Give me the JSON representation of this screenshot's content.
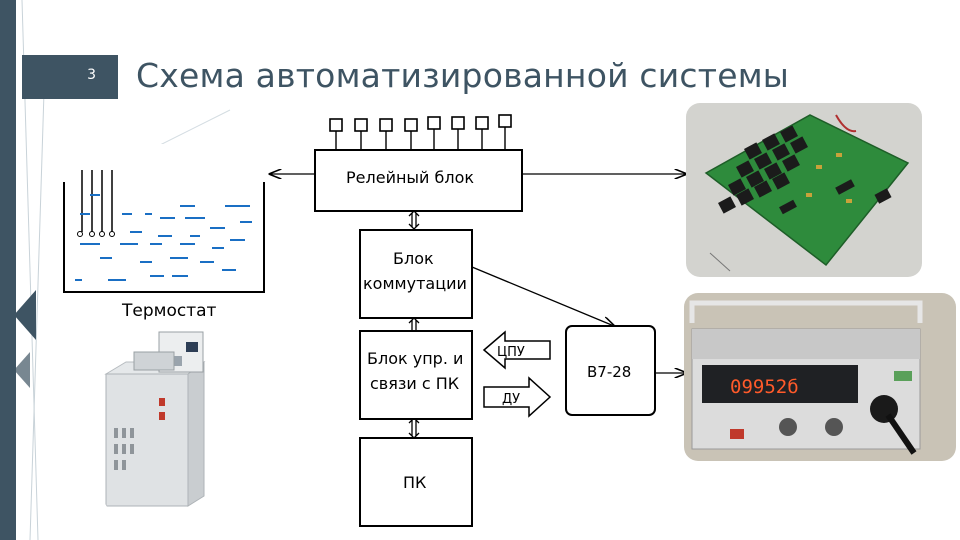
{
  "slide": {
    "number": "3",
    "title": "Схема автоматизированной системы"
  },
  "diagram": {
    "blocks": {
      "relay": "Релейный блок",
      "switch_line1": "Блок",
      "switch_line2": "коммутации",
      "control_line1": "Блок упр. и",
      "control_line2": "связи с ПК",
      "pc": "ПК",
      "meter": "В7-28"
    },
    "arrows": {
      "cpu": "ЦПУ",
      "du": "ДУ"
    },
    "thermostat_label": "Термостат"
  },
  "photos": {
    "relay_board": "relay-board-photo",
    "thermostat_unit": "thermostat-unit-photo",
    "voltmeter": "voltmeter-photo",
    "voltmeter_display": "09952б"
  },
  "colors": {
    "accent": "#3e5463",
    "board_green": "#2e8b3c"
  }
}
